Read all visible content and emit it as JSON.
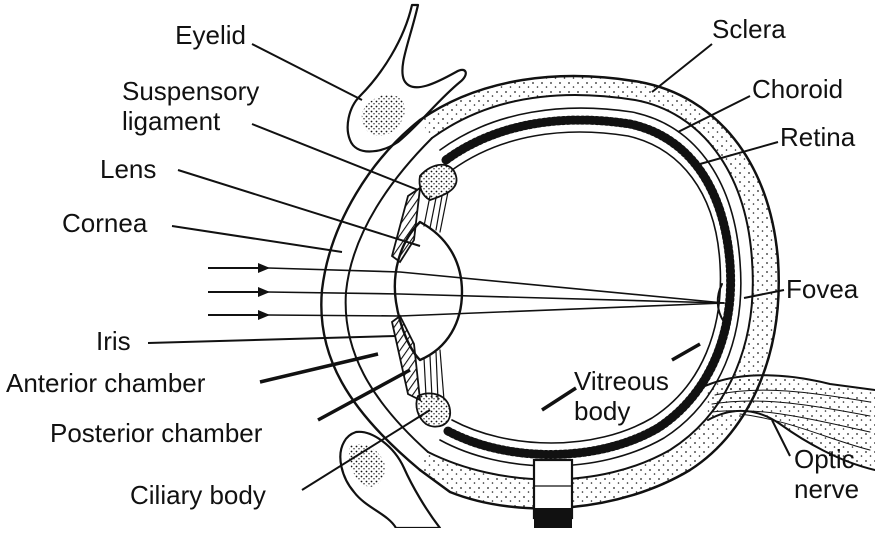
{
  "diagram": {
    "labels": {
      "eyelid": "Eyelid",
      "suspensory_1": "Suspensory",
      "suspensory_2": "ligament",
      "lens": "Lens",
      "cornea": "Cornea",
      "iris": "Iris",
      "anterior_chamber": "Anterior chamber",
      "posterior_chamber": "Posterior chamber",
      "ciliary_body": "Ciliary body",
      "sclera": "Sclera",
      "choroid": "Choroid",
      "retina": "Retina",
      "fovea": "Fovea",
      "vitreous_1": "Vitreous",
      "vitreous_2": "body",
      "optic_1": "Optic",
      "optic_2": "nerve"
    },
    "colors": {
      "ink": "#111111",
      "background": "#ffffff"
    }
  }
}
